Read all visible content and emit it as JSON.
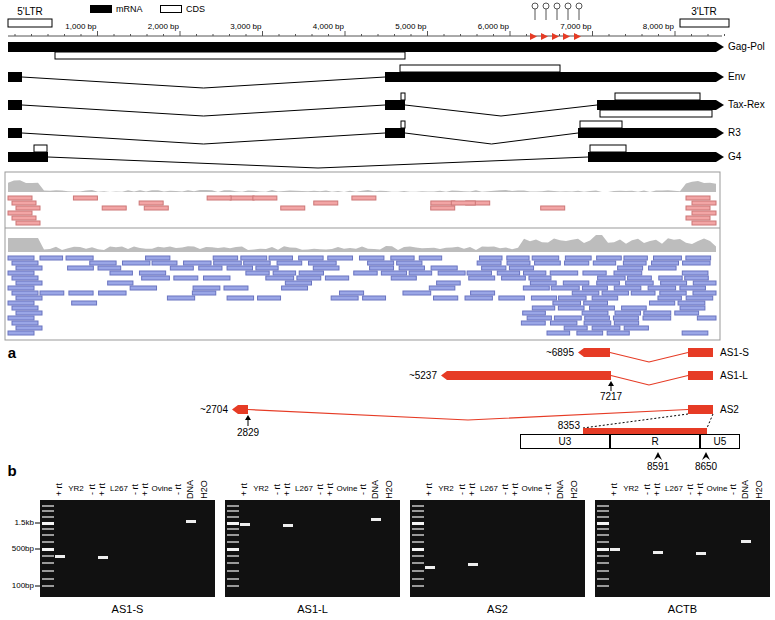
{
  "diagram": {
    "nodes": [
      {
        "text": [
          "U3"
        ]
      },
      {
        "text": [
          "R"
        ]
      },
      {
        "text": [
          "U5"
        ]
      }
    ],
    "labels": [
      "a",
      "1,000 bp",
      "2,000 bp",
      "3,000 bp",
      "4,000 bp",
      "5,000 bp",
      "6,000 bp",
      "7,000 bp",
      "8,000 bp",
      "5'LTR",
      "3'LTR",
      "Gag-Pol",
      "Env",
      "Tax-Rex",
      "R3",
      "G4",
      "~6895",
      "AS1-S",
      "~5237",
      "7217",
      "AS1-L",
      "~2704",
      "AS2",
      "2829",
      "8353",
      "8591",
      "8650",
      "b",
      "+ rt",
      "YR2",
      "- rt",
      "+ rt",
      "L267",
      "- rt",
      "+ rt",
      "Ovine",
      "- rt",
      "DNA",
      "H2O",
      "1.5kb",
      "500bp",
      "100bp",
      "AS1-S",
      "+ rt",
      "YR2",
      "- rt",
      "+ rt",
      "L267",
      "- rt",
      "+ rt",
      "Ovine",
      "- rt",
      "DNA",
      "H2O",
      "AS1-L",
      "+ rt",
      "YR2",
      "- rt",
      "+ rt",
      "L267",
      "- rt",
      "+ rt",
      "Ovine",
      "- rt",
      "DNA",
      "H2O",
      "AS2",
      "+ rt",
      "YR2",
      "- rt",
      "+ rt",
      "L267",
      "- rt",
      "+ rt",
      "Ovine",
      "- rt",
      "DNA",
      "H2O",
      "ACTB"
    ],
    "legend": [
      {
        "text": "mRNA",
        "color": "#000000"
      },
      {
        "text": "CDS"
      }
    ]
  }
}
